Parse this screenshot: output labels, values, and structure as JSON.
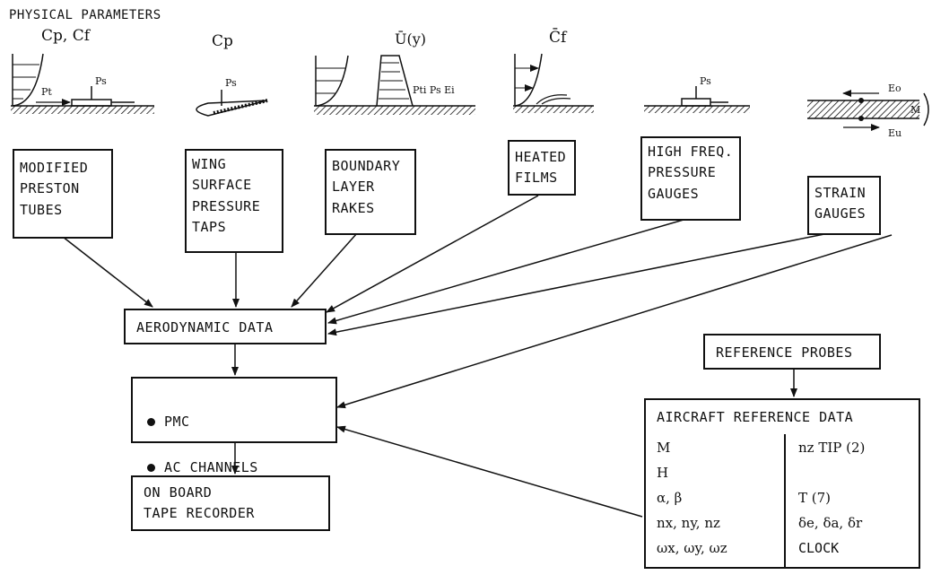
{
  "title": "PHYSICAL PARAMETERS",
  "sketches": {
    "preston": {
      "top": "Cp, Cf",
      "pt": "Pt",
      "ps": "Ps"
    },
    "wing": {
      "top": "Cp",
      "ps": "Ps"
    },
    "rake": {
      "top": "Ū(y)",
      "side": "Pti  Ps  Ei"
    },
    "films": {
      "top": "C̄f"
    },
    "hfp": {
      "ps": "Ps"
    },
    "strain": {
      "eo": "Eo",
      "eu": "Eu",
      "m": "M"
    }
  },
  "sensor_boxes": [
    {
      "id": "preston",
      "text": "MODIFIED\nPRESTON\nTUBES"
    },
    {
      "id": "wing",
      "text": "WING\nSURFACE\nPRESSURE\nTAPS"
    },
    {
      "id": "rake",
      "text": "BOUNDARY\nLAYER\nRAKES"
    },
    {
      "id": "films",
      "text": "HEATED\nFILMS"
    },
    {
      "id": "hfp",
      "text": "HIGH FREQ.\nPRESSURE\nGAUGES"
    },
    {
      "id": "strain",
      "text": "STRAIN\nGAUGES"
    }
  ],
  "aero_box": "AERODYNAMIC DATA",
  "pmc_box": {
    "items": [
      "PMC",
      "AC CHANNELS"
    ]
  },
  "recorder_box": "ON BOARD\nTAPE RECORDER",
  "ref_probes_box": "REFERENCE PROBES",
  "aircraft_ref": {
    "title": "AIRCRAFT REFERENCE DATA",
    "left": [
      "M",
      "H",
      "α, β",
      "nx, ny, nz",
      "ωx, ωy, ωz"
    ],
    "right": [
      "nz TIP (2)",
      "T   (7)",
      "δe, δa, δr",
      "CLOCK"
    ]
  }
}
